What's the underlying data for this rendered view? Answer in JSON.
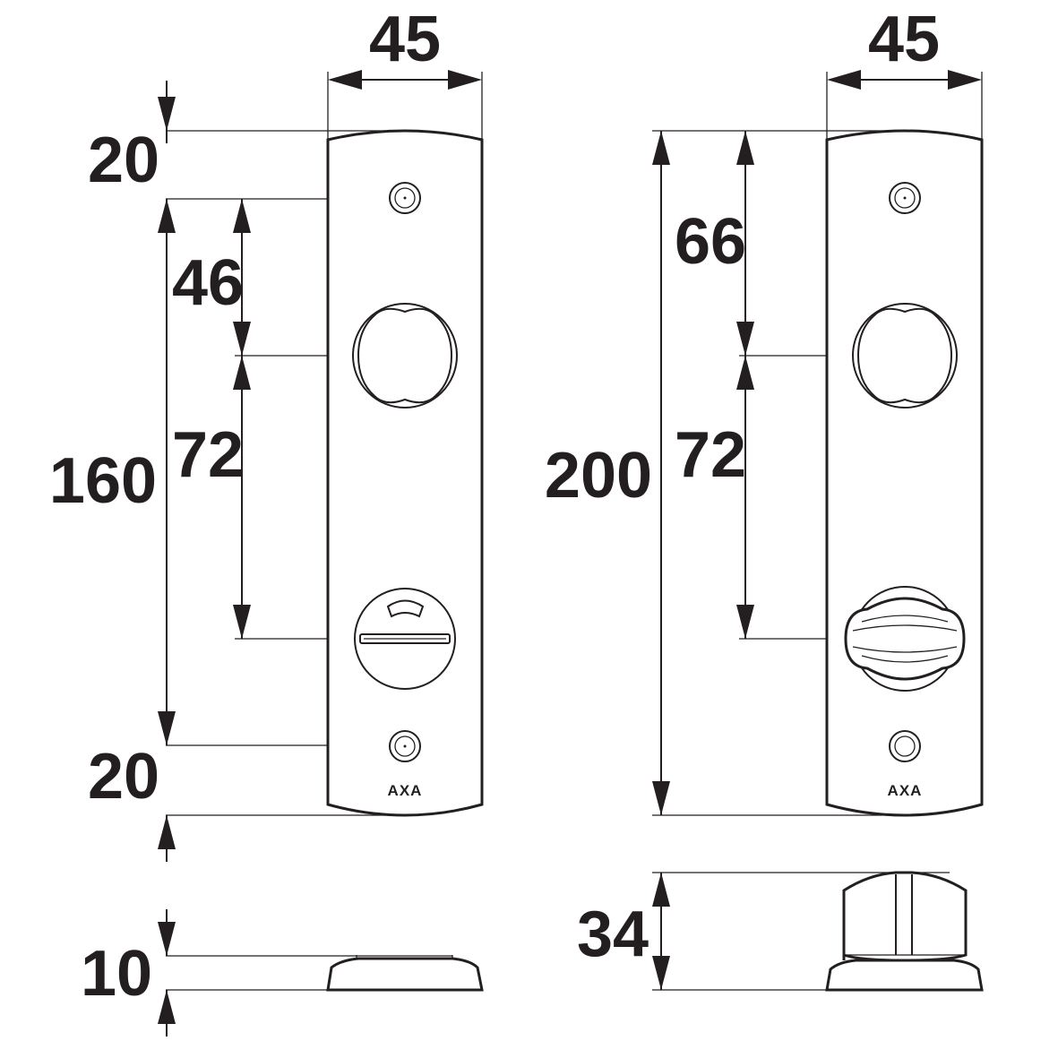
{
  "colors": {
    "ink": "#231f20",
    "background": "#ffffff"
  },
  "left_view": {
    "width_label": "45",
    "top_offset_label": "20",
    "screw_to_spindle_label": "46",
    "spindle_to_turn_label": "72",
    "screw_spacing_label": "160",
    "bottom_offset_label": "20",
    "thickness_label": "10",
    "logo": "AXA"
  },
  "right_view": {
    "width_label": "45",
    "top_to_spindle_label": "66",
    "spindle_to_turn_label": "72",
    "total_height_label": "200",
    "projection_label": "34",
    "logo": "AXA"
  }
}
